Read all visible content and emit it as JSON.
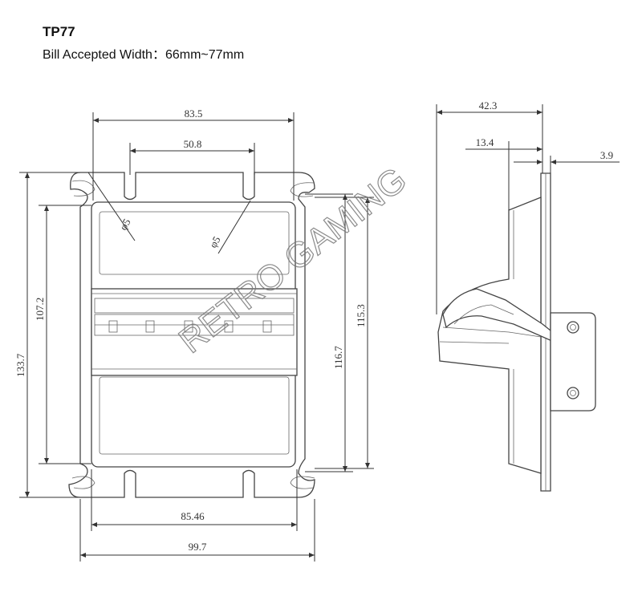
{
  "header": {
    "title": "TP77",
    "subtitle": "Bill Accepted Width：66mm~77mm"
  },
  "dimensions": {
    "top_width": "83.5",
    "slot_spacing": "50.8",
    "hole_left": "φ5",
    "hole_right": "φ5",
    "left_outer_height": "133.7",
    "left_inner_height": "107.2",
    "right_inner_height": "116.7",
    "right_outer_height": "115.3",
    "bottom_inner_width": "85.46",
    "bottom_outer_width": "99.7",
    "side_depth": "42.3",
    "side_mid": "13.4",
    "side_thickness": "3.9"
  },
  "watermark": "RETRO GAMING"
}
